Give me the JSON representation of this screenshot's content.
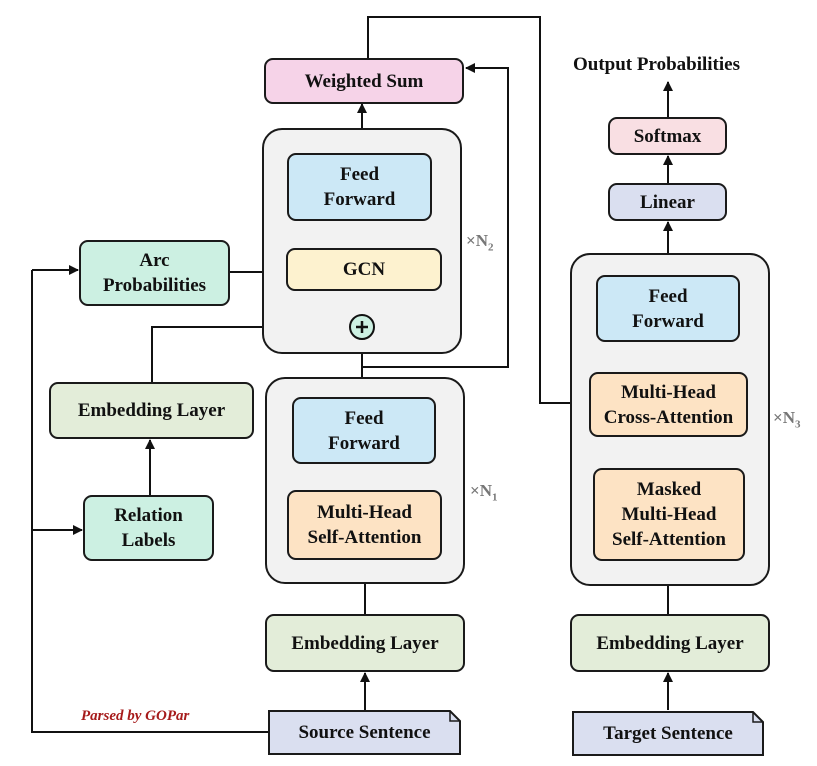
{
  "output_title": "Output Probabilities",
  "nodes": {
    "weighted_sum": "Weighted Sum",
    "feed_forward_top_line1": "Feed",
    "feed_forward_top_line2": "Forward",
    "gcn": "GCN",
    "arc_probs_line1": "Arc",
    "arc_probs_line2": "Probabilities",
    "embedding_relation": "Embedding Layer",
    "relation_labels_line1": "Relation",
    "relation_labels_line2": "Labels",
    "feed_forward_enc_line1": "Feed",
    "feed_forward_enc_line2": "Forward",
    "self_attn_line1": "Multi-Head",
    "self_attn_line2": "Self-Attention",
    "embedding_src": "Embedding Layer",
    "source_sentence": "Source Sentence",
    "parsed_by": "Parsed by GOPar",
    "softmax": "Softmax",
    "linear": "Linear",
    "feed_forward_dec_line1": "Feed",
    "feed_forward_dec_line2": "Forward",
    "cross_attn_line1": "Multi-Head",
    "cross_attn_line2": "Cross-Attention",
    "masked_attn_line1": "Masked",
    "masked_attn_line2": "Multi-Head",
    "masked_attn_line3": "Self-Attention",
    "embedding_tgt": "Embedding Layer",
    "target_sentence": "Target Sentence"
  },
  "repeat": {
    "n1_mark": "×",
    "n1_letter": "N",
    "n1_sub": "1",
    "n2_mark": "×",
    "n2_letter": "N",
    "n2_sub": "2",
    "n3_mark": "×",
    "n3_letter": "N",
    "n3_sub": "3"
  },
  "colors": {
    "blue": "#cce8f6",
    "peach": "#fde3c4",
    "green": "#e3edd9",
    "mint": "#ccf0e2",
    "yellow": "#fdf2cf",
    "pink": "#f6d3e8",
    "light_pink": "#f9dfe3",
    "lavender": "#dadff0",
    "container": "#f2f2f2",
    "note_red": "#a61b1b"
  }
}
